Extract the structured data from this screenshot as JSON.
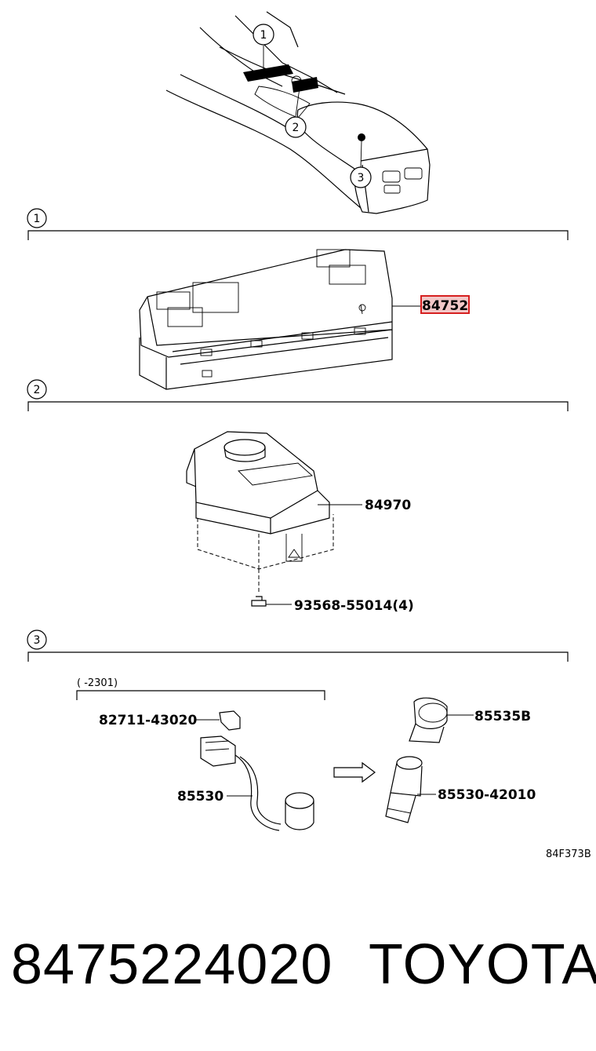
{
  "callouts": {
    "c1": "1",
    "c2": "2",
    "c3": "3"
  },
  "sections": [
    {
      "number": "1"
    },
    {
      "number": "2"
    },
    {
      "number": "3"
    }
  ],
  "parts": {
    "switch_panel": "84752",
    "controller": "84970",
    "screw": "93568-55014(4)",
    "range_note": "(      -2301)",
    "clip": "82711-43020",
    "socket_harness": "85530",
    "socket_cover": "85535B",
    "socket_new": "85530-42010"
  },
  "diagram_code": "84F373B",
  "part_number": "8475224020",
  "brand": "TOYOTA",
  "colors": {
    "highlight_border": "#d62020",
    "highlight_fill": "#f3c8c8"
  }
}
